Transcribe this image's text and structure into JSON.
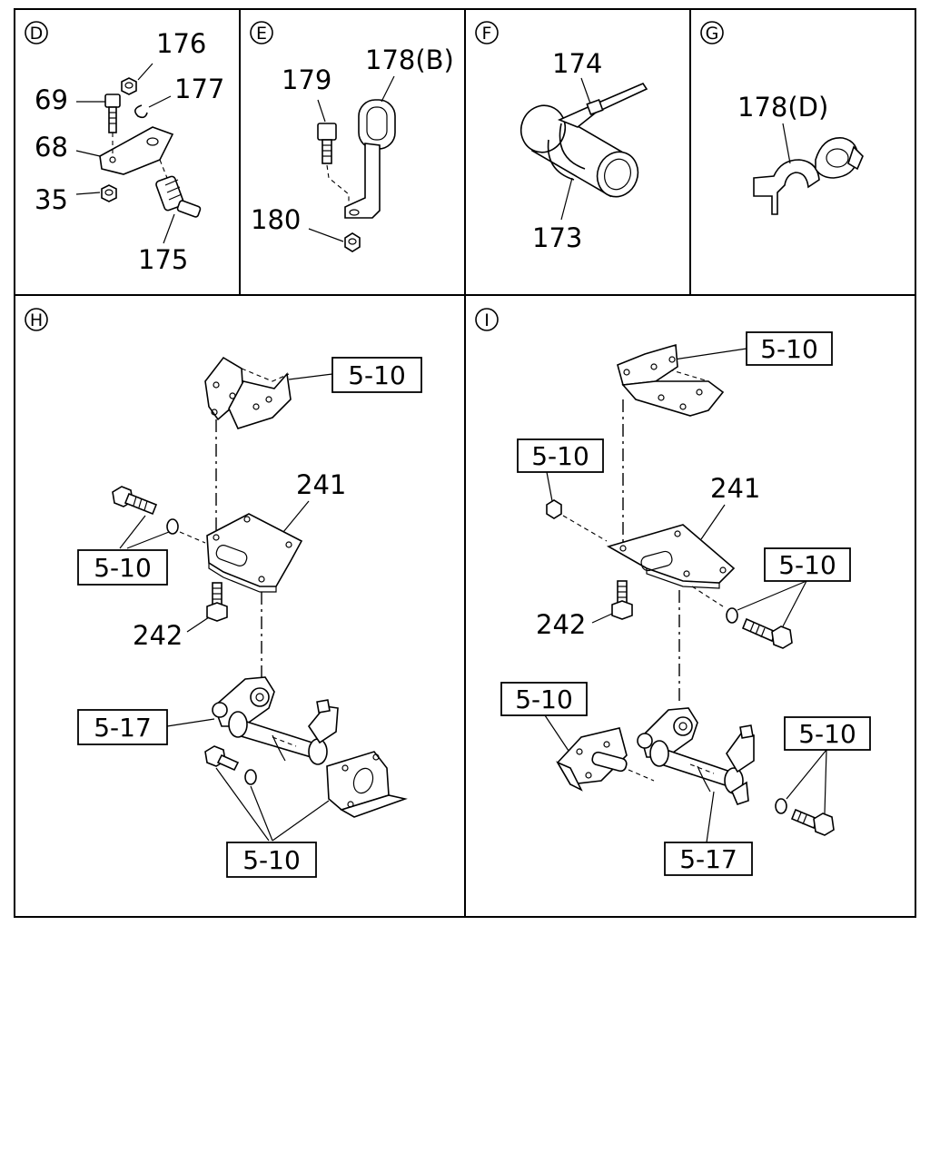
{
  "panels": {
    "d": {
      "letter": "D",
      "labels": {
        "l176": "176",
        "l69": "69",
        "l177": "177",
        "l68": "68",
        "l35": "35",
        "l175": "175"
      }
    },
    "e": {
      "letter": "E",
      "labels": {
        "l179": "179",
        "l178b": "178(B)",
        "l180": "180"
      }
    },
    "f": {
      "letter": "F",
      "labels": {
        "l174": "174",
        "l173": "173"
      }
    },
    "g": {
      "letter": "G",
      "labels": {
        "l178d": "178(D)"
      }
    },
    "h": {
      "letter": "H",
      "labels": {
        "ref_top": "5-10",
        "l241": "241",
        "ref_bolt": "5-10",
        "l242": "242",
        "ref_517": "5-17",
        "ref_bottom": "5-10"
      }
    },
    "i": {
      "letter": "I",
      "labels": {
        "ref_top": "5-10",
        "ref_nut": "5-10",
        "l241": "241",
        "ref_bolt_right": "5-10",
        "l242": "242",
        "ref_bracket": "5-10",
        "ref_right_lower": "5-10",
        "ref_517": "5-17"
      }
    }
  }
}
